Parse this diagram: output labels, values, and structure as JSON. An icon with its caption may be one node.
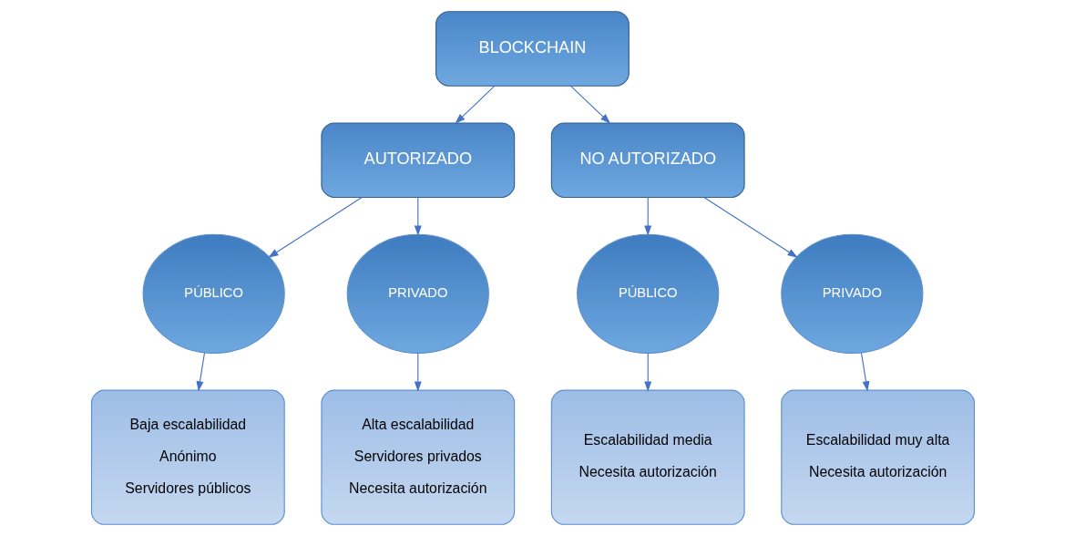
{
  "diagram": {
    "nodes": [
      {
        "text": [
          "BLOCKCHAIN"
        ]
      },
      {
        "text": [
          "AUTORIZADO"
        ]
      },
      {
        "text": [
          "NO AUTORIZADO"
        ]
      },
      {
        "text": [
          "PÚBLICO"
        ]
      },
      {
        "text": [
          "PRIVADO"
        ]
      },
      {
        "text": [
          "PÚBLICO"
        ]
      },
      {
        "text": [
          "PRIVADO"
        ]
      },
      {
        "text": [
          "Baja escalabilidad",
          "Anónimo",
          "Servidores públicos"
        ]
      },
      {
        "text": [
          "Alta escalabilidad",
          "Servidores privados",
          "Necesita autorización"
        ]
      },
      {
        "text": [
          "Escalabilidad media",
          "Necesita autorización"
        ]
      },
      {
        "text": [
          "Escalabilidad muy alta",
          "Necesita autorización"
        ]
      }
    ],
    "edges": [
      {
        "from": 0,
        "to": 1,
        "arrow": "to"
      },
      {
        "from": 0,
        "to": 2,
        "arrow": "to"
      },
      {
        "from": 1,
        "to": 3,
        "arrow": "to"
      },
      {
        "from": 1,
        "to": 4,
        "arrow": "to"
      },
      {
        "from": 2,
        "to": 5,
        "arrow": "to"
      },
      {
        "from": 2,
        "to": 6,
        "arrow": "to"
      },
      {
        "from": 3,
        "to": 7,
        "arrow": "to"
      },
      {
        "from": 4,
        "to": 8,
        "arrow": "to"
      },
      {
        "from": 5,
        "to": 9,
        "arrow": "to"
      },
      {
        "from": 6,
        "to": 10,
        "arrow": "to"
      }
    ]
  }
}
